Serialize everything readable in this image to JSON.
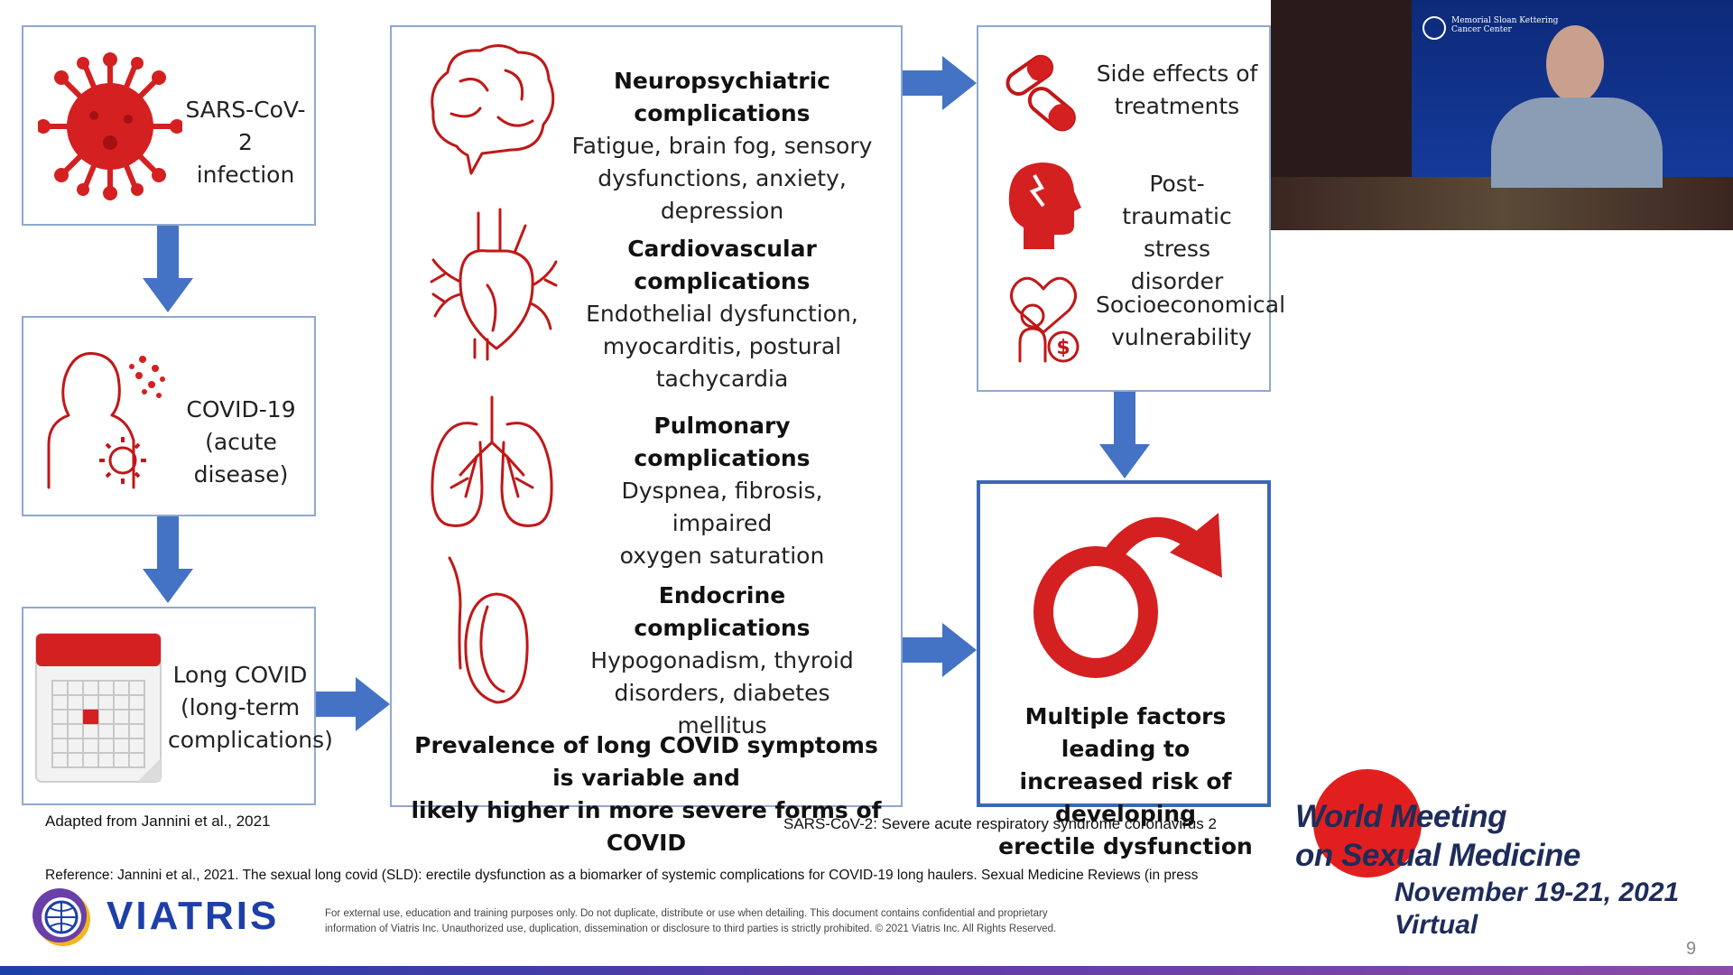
{
  "flow_left": {
    "box1": {
      "title": "SARS-CoV-2",
      "subtitle": "infection"
    },
    "box2": {
      "title": "COVID-19",
      "subtitle": "(acute disease)"
    },
    "box3": {
      "title": "Long COVID",
      "line2": "(long-term",
      "line3": "complications)"
    },
    "caption": "Adapted from Jannini et al., 2021"
  },
  "complications": [
    {
      "title": "Neuropsychiatric complications",
      "l1": "Fatigue, brain fog, sensory",
      "l2": "dysfunctions, anxiety, depression",
      "icon": "brain-icon"
    },
    {
      "title": "Cardiovascular complications",
      "l1": "Endothelial dysfunction,",
      "l2": "myocarditis, postural tachycardia",
      "icon": "heart-icon"
    },
    {
      "title": "Pulmonary complications",
      "l1": "Dyspnea, fibrosis, impaired",
      "l2": "oxygen saturation",
      "icon": "lungs-icon"
    },
    {
      "title": "Endocrine complications",
      "l1": "Hypogonadism, thyroid",
      "l2": "disorders, diabetes mellitus",
      "icon": "testis-icon"
    }
  ],
  "prevalence": {
    "l1": "Prevalence of long COVID symptoms is variable and",
    "l2": "likely higher in more severe forms of COVID"
  },
  "factors": [
    {
      "l1": "Side effects of",
      "l2": "treatments",
      "icon": "pills-icon"
    },
    {
      "l1": "Post-traumatic",
      "l2": "stress disorder",
      "icon": "head-stress-icon"
    },
    {
      "l1": "Socioeconomical",
      "l2": "vulnerability",
      "icon": "money-stress-icon"
    }
  ],
  "outcome": {
    "l1": "Multiple factors leading to",
    "l2": "increased risk of developing",
    "l3": "erectile dysfunction",
    "icon": "male-symbol-icon"
  },
  "abbreviation": "SARS-CoV-2: Severe acute respiratory syndrome coronavirus 2",
  "reference": "Reference: Jannini et al., 2021. The sexual long covid (SLD): erectile dysfunction as a biomarker of systemic complications for COVID-19 long haulers. Sexual Medicine Reviews  (in press",
  "disclaimer": {
    "l1": "For external use, education and training purposes only. Do not duplicate, distribute or use when detailing. This document contains confidential and proprietary",
    "l2": "information of Viatris Inc. Unauthorized use, duplication, dissemination or disclosure to third parties is strictly prohibited. © 2021 Viatris Inc. All Rights Reserved."
  },
  "brand": "VIATRIS",
  "event": {
    "l1": "World Meeting",
    "l2": "on Sexual Medicine",
    "date": "November 19-21, 2021",
    "mode": "Virtual"
  },
  "page_number": "9",
  "video": {
    "org_l1": "Memorial Sloan Kettering",
    "org_l2": "Cancer Center"
  },
  "colors": {
    "accent_red": "#d42020",
    "arrow_blue": "#4472c4",
    "navy": "#1e2c5a"
  }
}
